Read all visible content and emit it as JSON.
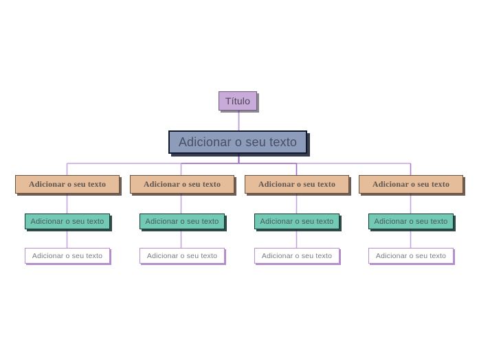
{
  "diagram": {
    "type": "org-chart",
    "background_color": "#ffffff",
    "root": {
      "label": "Título",
      "fill_color": "#c9abd9",
      "border_color": "#6f5b84"
    },
    "main": {
      "label": "Adicionar o seu texto",
      "fill_color": "#8d9cbb",
      "border_color": "#141a2e"
    },
    "connector_color": "#c3a5de",
    "connector_color_dark": "#8e5fbb",
    "rows": [
      {
        "name": "tan-row",
        "fill_color": "#e6bd9b",
        "border_color": "#6b4f38",
        "nodes": [
          {
            "label": "Adicionar o seu texto"
          },
          {
            "label": "Adicionar o seu texto"
          },
          {
            "label": "Adicionar o seu texto"
          },
          {
            "label": "Adicionar o seu texto"
          }
        ]
      },
      {
        "name": "teal-row",
        "fill_color": "#74c9b4",
        "border_color": "#0d3b33",
        "nodes": [
          {
            "label": "Adicionar o seu texto"
          },
          {
            "label": "Adicionar o seu texto"
          },
          {
            "label": "Adicionar o seu texto"
          },
          {
            "label": "Adicionar o seu texto"
          }
        ]
      },
      {
        "name": "white-row",
        "fill_color": "#ffffff",
        "border_color": "#b98fd4",
        "nodes": [
          {
            "label": "Adicionar o seu texto"
          },
          {
            "label": "Adicionar o seu texto"
          },
          {
            "label": "Adicionar o seu texto"
          },
          {
            "label": "Adicionar o seu texto"
          }
        ]
      }
    ]
  }
}
